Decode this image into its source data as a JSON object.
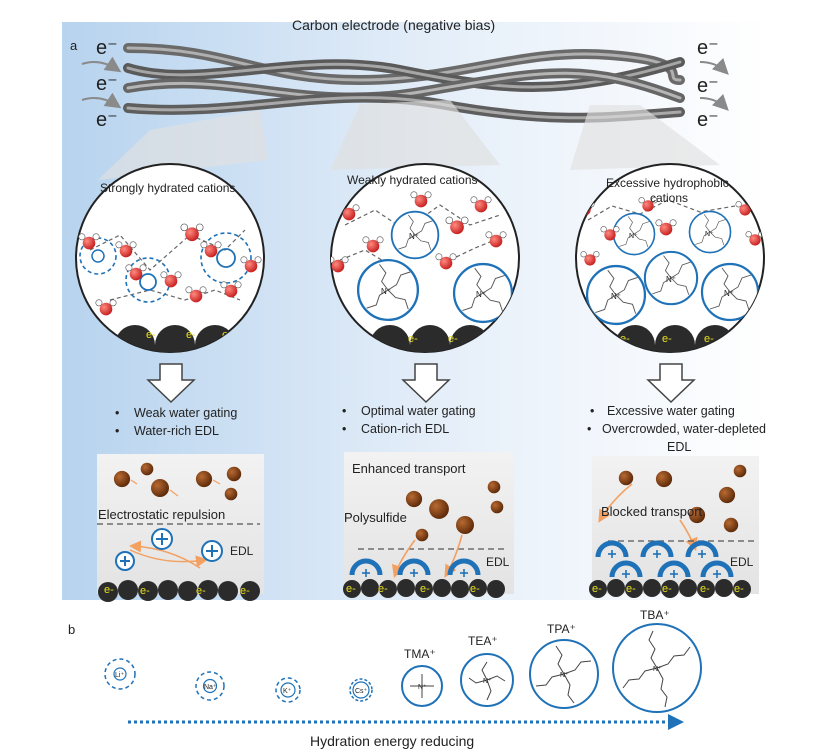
{
  "panel_a": {
    "label": "a",
    "electrode_title": "Carbon electrode (negative bias)",
    "electron": "e⁻",
    "electron_small": "e-",
    "left_circle": {
      "title": "Strongly hydrated cations",
      "bullets": [
        "Weak water gating",
        "Water-rich EDL"
      ],
      "inset_text": "Electrostatic repulsion",
      "edl": "EDL"
    },
    "middle_circle": {
      "title": "Weakly hydrated cations",
      "bullets": [
        "Optimal water gating",
        "Cation-rich EDL"
      ],
      "inset_title": "Enhanced transport",
      "inset_label": "Polysulfide",
      "edl": "EDL"
    },
    "right_circle": {
      "title_line1": "Excessive hydrophobic",
      "title_line2": "cations",
      "bullets": [
        "Excessive water gating",
        "Overcrowded, water-depleted"
      ],
      "bullet_cont": "EDL",
      "inset_title": "Blocked transport",
      "edl": "EDL"
    },
    "cation_symbol": "N⁺"
  },
  "panel_b": {
    "label": "b",
    "ions": [
      "Li⁺",
      "Na⁺",
      "K⁺",
      "Cs⁺"
    ],
    "ammonium": [
      "TMA⁺",
      "TEA⁺",
      "TPA⁺",
      "TBA⁺"
    ],
    "center": "N⁺",
    "arrow_label": "Hydration energy reducing"
  },
  "colors": {
    "blue": "#1f72b8",
    "water_red": "#d8252a",
    "carbon": "#2b2b2b",
    "brown": "#7a3a10",
    "orange": "#f4a060"
  }
}
